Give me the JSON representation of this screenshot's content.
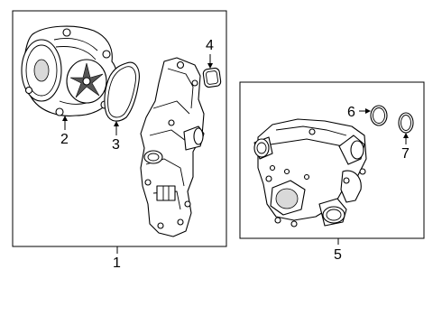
{
  "callouts": {
    "c1": "1",
    "c2": "2",
    "c3": "3",
    "c4": "4",
    "c5": "5",
    "c6": "6",
    "c7": "7"
  },
  "parts": [
    "water-pump-assembly",
    "water-pump",
    "pump-gasket",
    "small-gasket",
    "thermostat-housing",
    "o-ring-6",
    "o-ring-7"
  ]
}
